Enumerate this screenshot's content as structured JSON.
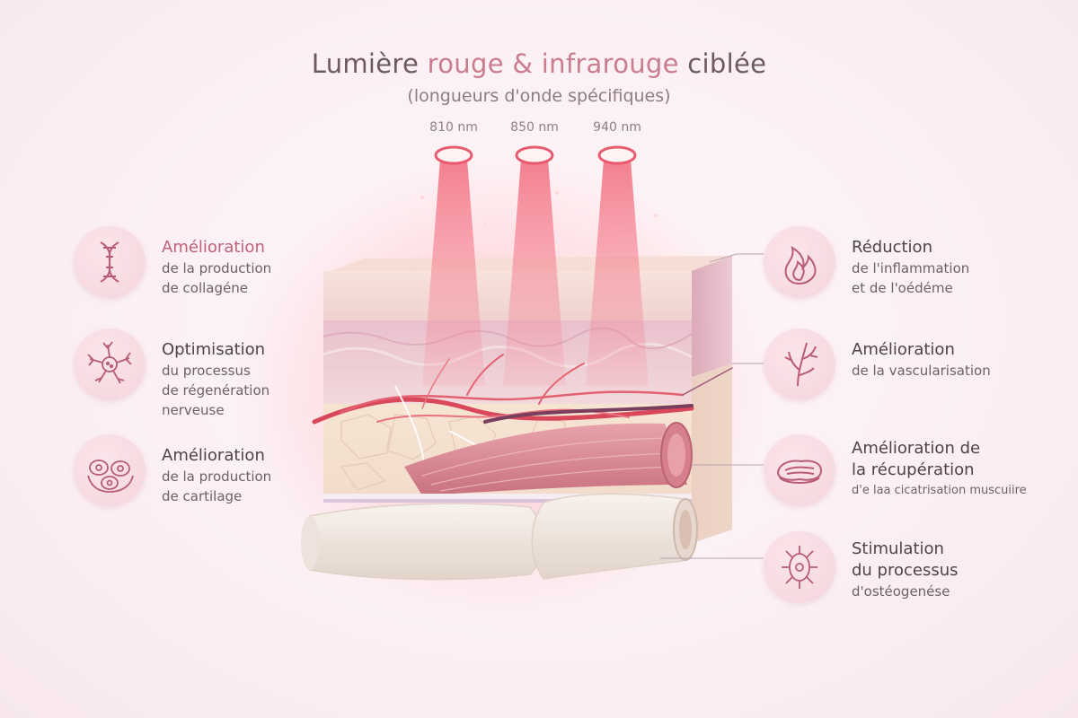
{
  "header": {
    "title_part1": "Lumière ",
    "title_accent": "rouge & infrarouge",
    "title_part2": " ciblée",
    "subtitle": "(longueurs d'onde spécifiques)"
  },
  "wavelengths": [
    "810 nm",
    "850 nm",
    "940 nm"
  ],
  "colors": {
    "accent": "#c97d8e",
    "beam": "#f0707f",
    "icon_stroke": "#b85d74",
    "muscle": "#d98a95",
    "bone": "#efe6df"
  },
  "benefits_left": [
    {
      "icon": "dna-helix-icon",
      "heading": "Amélioration",
      "lines": [
        "de la production",
        "de collagéne"
      ]
    },
    {
      "icon": "nerve-cell-icon",
      "heading": "Optimisation",
      "lines": [
        "du processus",
        "de régenération",
        "nerveuse"
      ]
    },
    {
      "icon": "cartilage-cells-icon",
      "heading": "Amélioration",
      "lines": [
        "de la production",
        "de cartilage"
      ]
    }
  ],
  "benefits_right": [
    {
      "icon": "flame-icon",
      "heading": "Réduction",
      "lines": [
        "de l'inflammation",
        "et de l'oédéme"
      ]
    },
    {
      "icon": "blood-vessel-icon",
      "heading": "Amélioration",
      "lines": [
        "de la vascularisation"
      ]
    },
    {
      "icon": "muscle-fiber-icon",
      "heading": "Amélioration de",
      "heading2": "la récupération",
      "lines": [
        "d'e laa cicatrisation muscuiire"
      ]
    },
    {
      "icon": "bone-cell-icon",
      "heading": "Stimulation",
      "heading2": "du processus",
      "lines": [
        "d'ostéogenése"
      ]
    }
  ]
}
